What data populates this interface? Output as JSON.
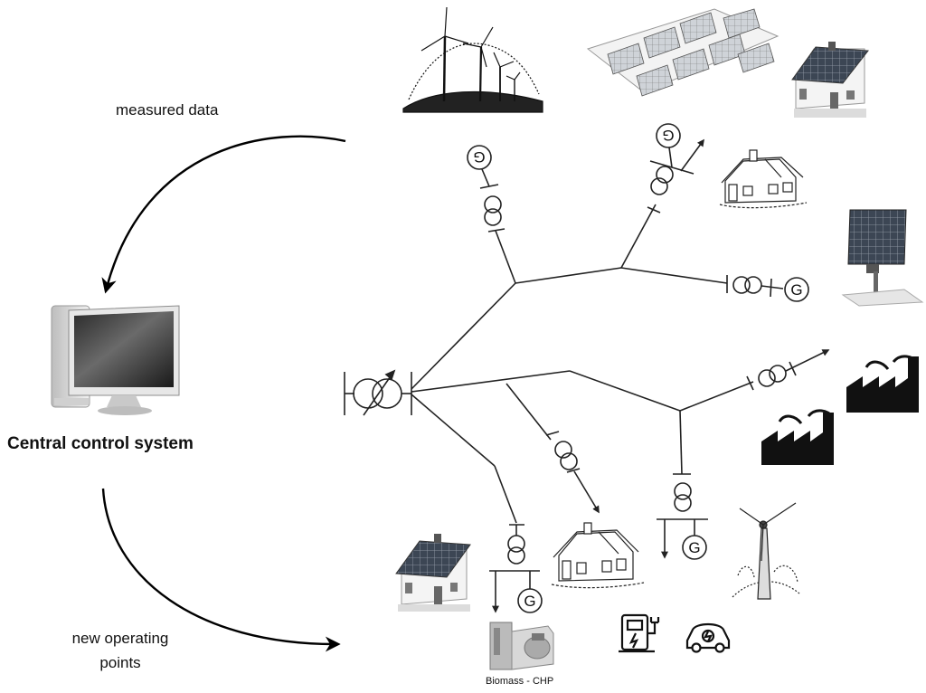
{
  "labels": {
    "measured_data": "measured data",
    "central_control_system": "Central control system",
    "new_operating_points_line1": "new operating",
    "new_operating_points_line2": "points",
    "biomass_chp": "Biomass - CHP"
  },
  "generator_symbol": "G",
  "colors": {
    "line": "#222222",
    "background": "#ffffff",
    "roof": "#4a5563",
    "solar_panel": "#3c4654",
    "factory": "#111111"
  },
  "icons": [
    "wind-farm-icon",
    "solar-field-icon",
    "house-solar-roof-icon",
    "house-sketch-icon",
    "solar-panel-icon",
    "factory-icon",
    "wind-turbine-icon",
    "biomass-chp-icon",
    "charging-station-icon",
    "electric-car-icon",
    "computer-monitor-icon"
  ]
}
